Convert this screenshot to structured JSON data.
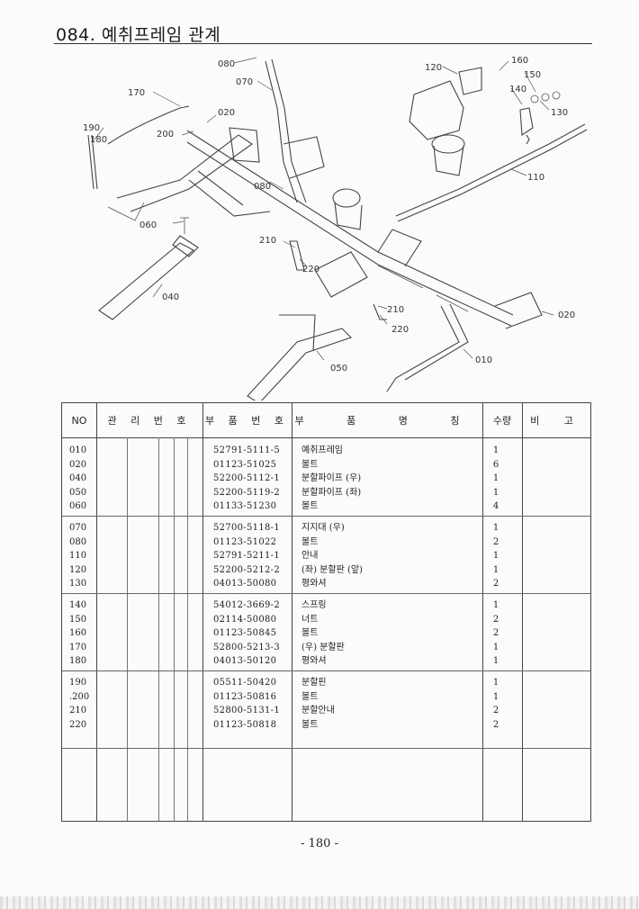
{
  "title": "084. 예취프레임 관계",
  "diagram": {
    "labels": [
      "080",
      "070",
      "170",
      "020",
      "190",
      "180",
      "200",
      "060",
      "080",
      "040",
      "210",
      "220",
      "210",
      "220",
      "050",
      "010",
      "020",
      "120",
      "160",
      "150",
      "140",
      "130",
      "110"
    ]
  },
  "table": {
    "headers": {
      "no": "NO",
      "mgmt": "관 리 번 호",
      "part_no": "부 품 번 호",
      "name": "부 품 명 칭",
      "qty": "수량",
      "remarks": "비 고"
    },
    "rows": [
      {
        "no": "010",
        "part_no": "52791-5111-5",
        "name": "예취프레임",
        "qty": "1"
      },
      {
        "no": "020",
        "part_no": "01123-51025",
        "name": "볼트",
        "qty": "6"
      },
      {
        "no": "040",
        "part_no": "52200-5112-1",
        "name": "분할파이프 (우)",
        "qty": "1"
      },
      {
        "no": "050",
        "part_no": "52200-5119-2",
        "name": "분할파이프 (좌)",
        "qty": "1"
      },
      {
        "no": "060",
        "part_no": "01133-51230",
        "name": "볼트",
        "qty": "4"
      },
      {
        "no": "070",
        "part_no": "52700-5118-1",
        "name": "지지대 (우)",
        "qty": "1"
      },
      {
        "no": "080",
        "part_no": "01123-51022",
        "name": "볼트",
        "qty": "2"
      },
      {
        "no": "110",
        "part_no": "52791-5211-1",
        "name": "안내",
        "qty": "1"
      },
      {
        "no": "120",
        "part_no": "52200-5212-2",
        "name": "(좌) 분할판 (앞)",
        "qty": "1"
      },
      {
        "no": "130",
        "part_no": "04013-50080",
        "name": "평와셔",
        "qty": "2"
      },
      {
        "no": "140",
        "part_no": "54012-3669-2",
        "name": "스프링",
        "qty": "1"
      },
      {
        "no": "150",
        "part_no": "02114-50080",
        "name": "너트",
        "qty": "2"
      },
      {
        "no": "160",
        "part_no": "01123-50845",
        "name": "볼트",
        "qty": "2"
      },
      {
        "no": "170",
        "part_no": "52800-5213-3",
        "name": "(우) 분할판",
        "qty": "1"
      },
      {
        "no": "180",
        "part_no": "04013-50120",
        "name": "평와셔",
        "qty": "1"
      },
      {
        "no": "190",
        "part_no": "05511-50420",
        "name": "분할핀",
        "qty": "1"
      },
      {
        "no": ".200",
        "part_no": "01123-50816",
        "name": "볼트",
        "qty": "1"
      },
      {
        "no": "210",
        "part_no": "52800-5131-1",
        "name": "분할안내",
        "qty": "2"
      },
      {
        "no": "220",
        "part_no": "01123-50818",
        "name": "볼트",
        "qty": "2"
      }
    ]
  },
  "page_number": "- 180 -"
}
